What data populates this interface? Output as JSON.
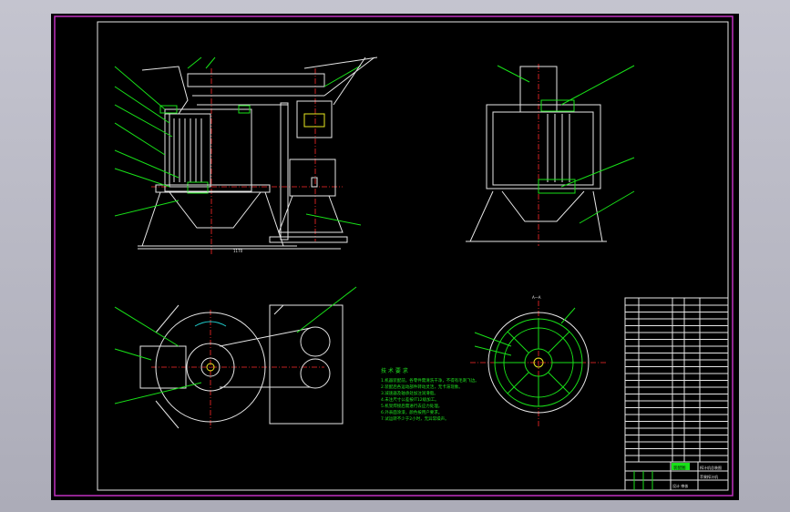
{
  "tech_requirements": {
    "heading": "技 术 要 求",
    "lines": [
      "1.机器装配前，各零件需清洗干净，不得有毛刺飞边。",
      "2.装配后各运动部件转动灵活，无卡滞现象。",
      "3.减速器及轴承处加注润滑脂。",
      "4.未注尺寸公差按IT12级加工。",
      "5.机架焊接后需进行去应力处理。",
      "6.外表面涂漆，颜色按用户要求。",
      "7.试运转不少于2小时，无异常噪声。"
    ]
  },
  "title_block": {
    "drawing_name": "榨汁机总装图",
    "highlight": "装配图",
    "subtitle": "苹果榨汁机",
    "school": "设计 审核"
  },
  "dimension_label": "1170",
  "section_label": "A—A",
  "colors": {
    "background": "#000000",
    "frame": "#c030c0",
    "outline": "#e6e6e6",
    "leader": "#18e018",
    "centerline": "#ff2a2a"
  }
}
